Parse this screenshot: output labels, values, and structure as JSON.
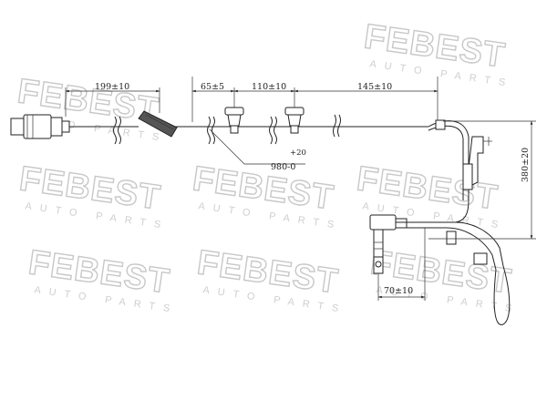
{
  "watermark": {
    "brand": "FEBEST",
    "tagline": "AUTO PARTS"
  },
  "dimensions": {
    "d1": "199±10",
    "d2": "65±5",
    "d3": "110±10",
    "d4": "145±10",
    "total_tol_upper": "+20",
    "total": "980-0",
    "height": "380±20",
    "tail": "70±10"
  }
}
